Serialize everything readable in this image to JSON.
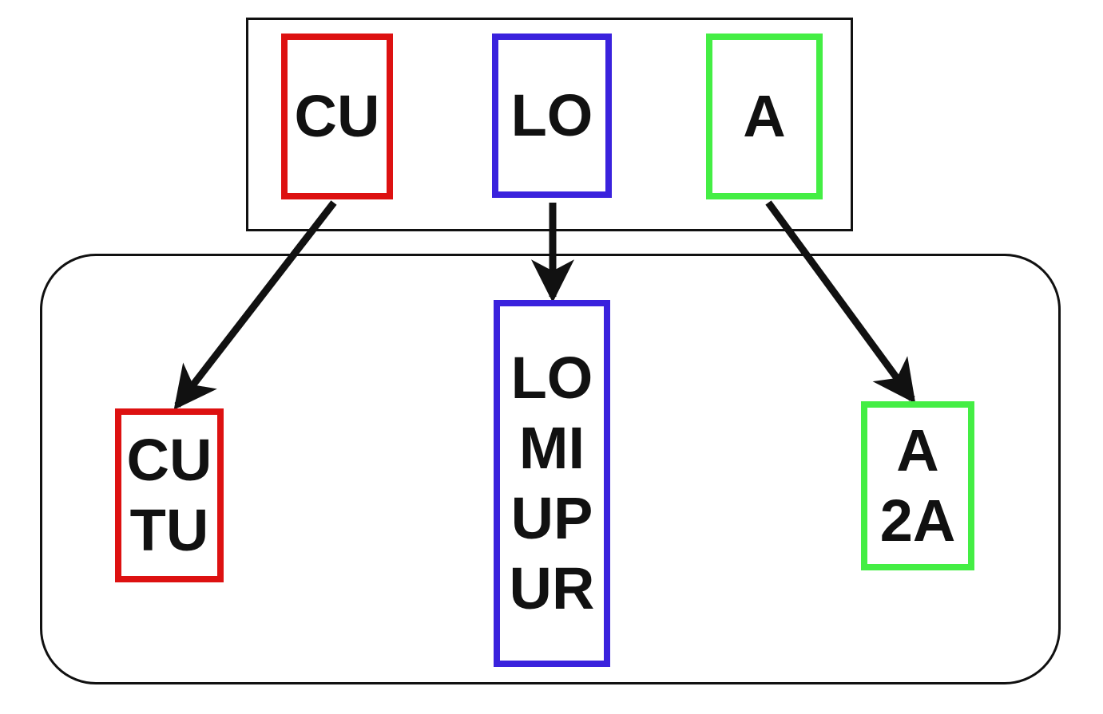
{
  "colors": {
    "cu_group": "#dd1111",
    "lo_group": "#3a22dd",
    "a_group": "#44ee44",
    "line": "#111111"
  },
  "top_nodes": [
    {
      "id": "cu",
      "lines": [
        "CU"
      ]
    },
    {
      "id": "lo",
      "lines": [
        "LO"
      ]
    },
    {
      "id": "a",
      "lines": [
        "A"
      ]
    }
  ],
  "bottom_nodes": [
    {
      "id": "cutu",
      "lines": [
        "CU",
        "TU"
      ]
    },
    {
      "id": "lomi",
      "lines": [
        "LO",
        "MI",
        "UP",
        "UR"
      ]
    },
    {
      "id": "a2a",
      "lines": [
        "A",
        "2A"
      ]
    }
  ],
  "edges": [
    {
      "from": "cu",
      "to": "cutu"
    },
    {
      "from": "lo",
      "to": "lomi"
    },
    {
      "from": "a",
      "to": "a2a"
    }
  ]
}
